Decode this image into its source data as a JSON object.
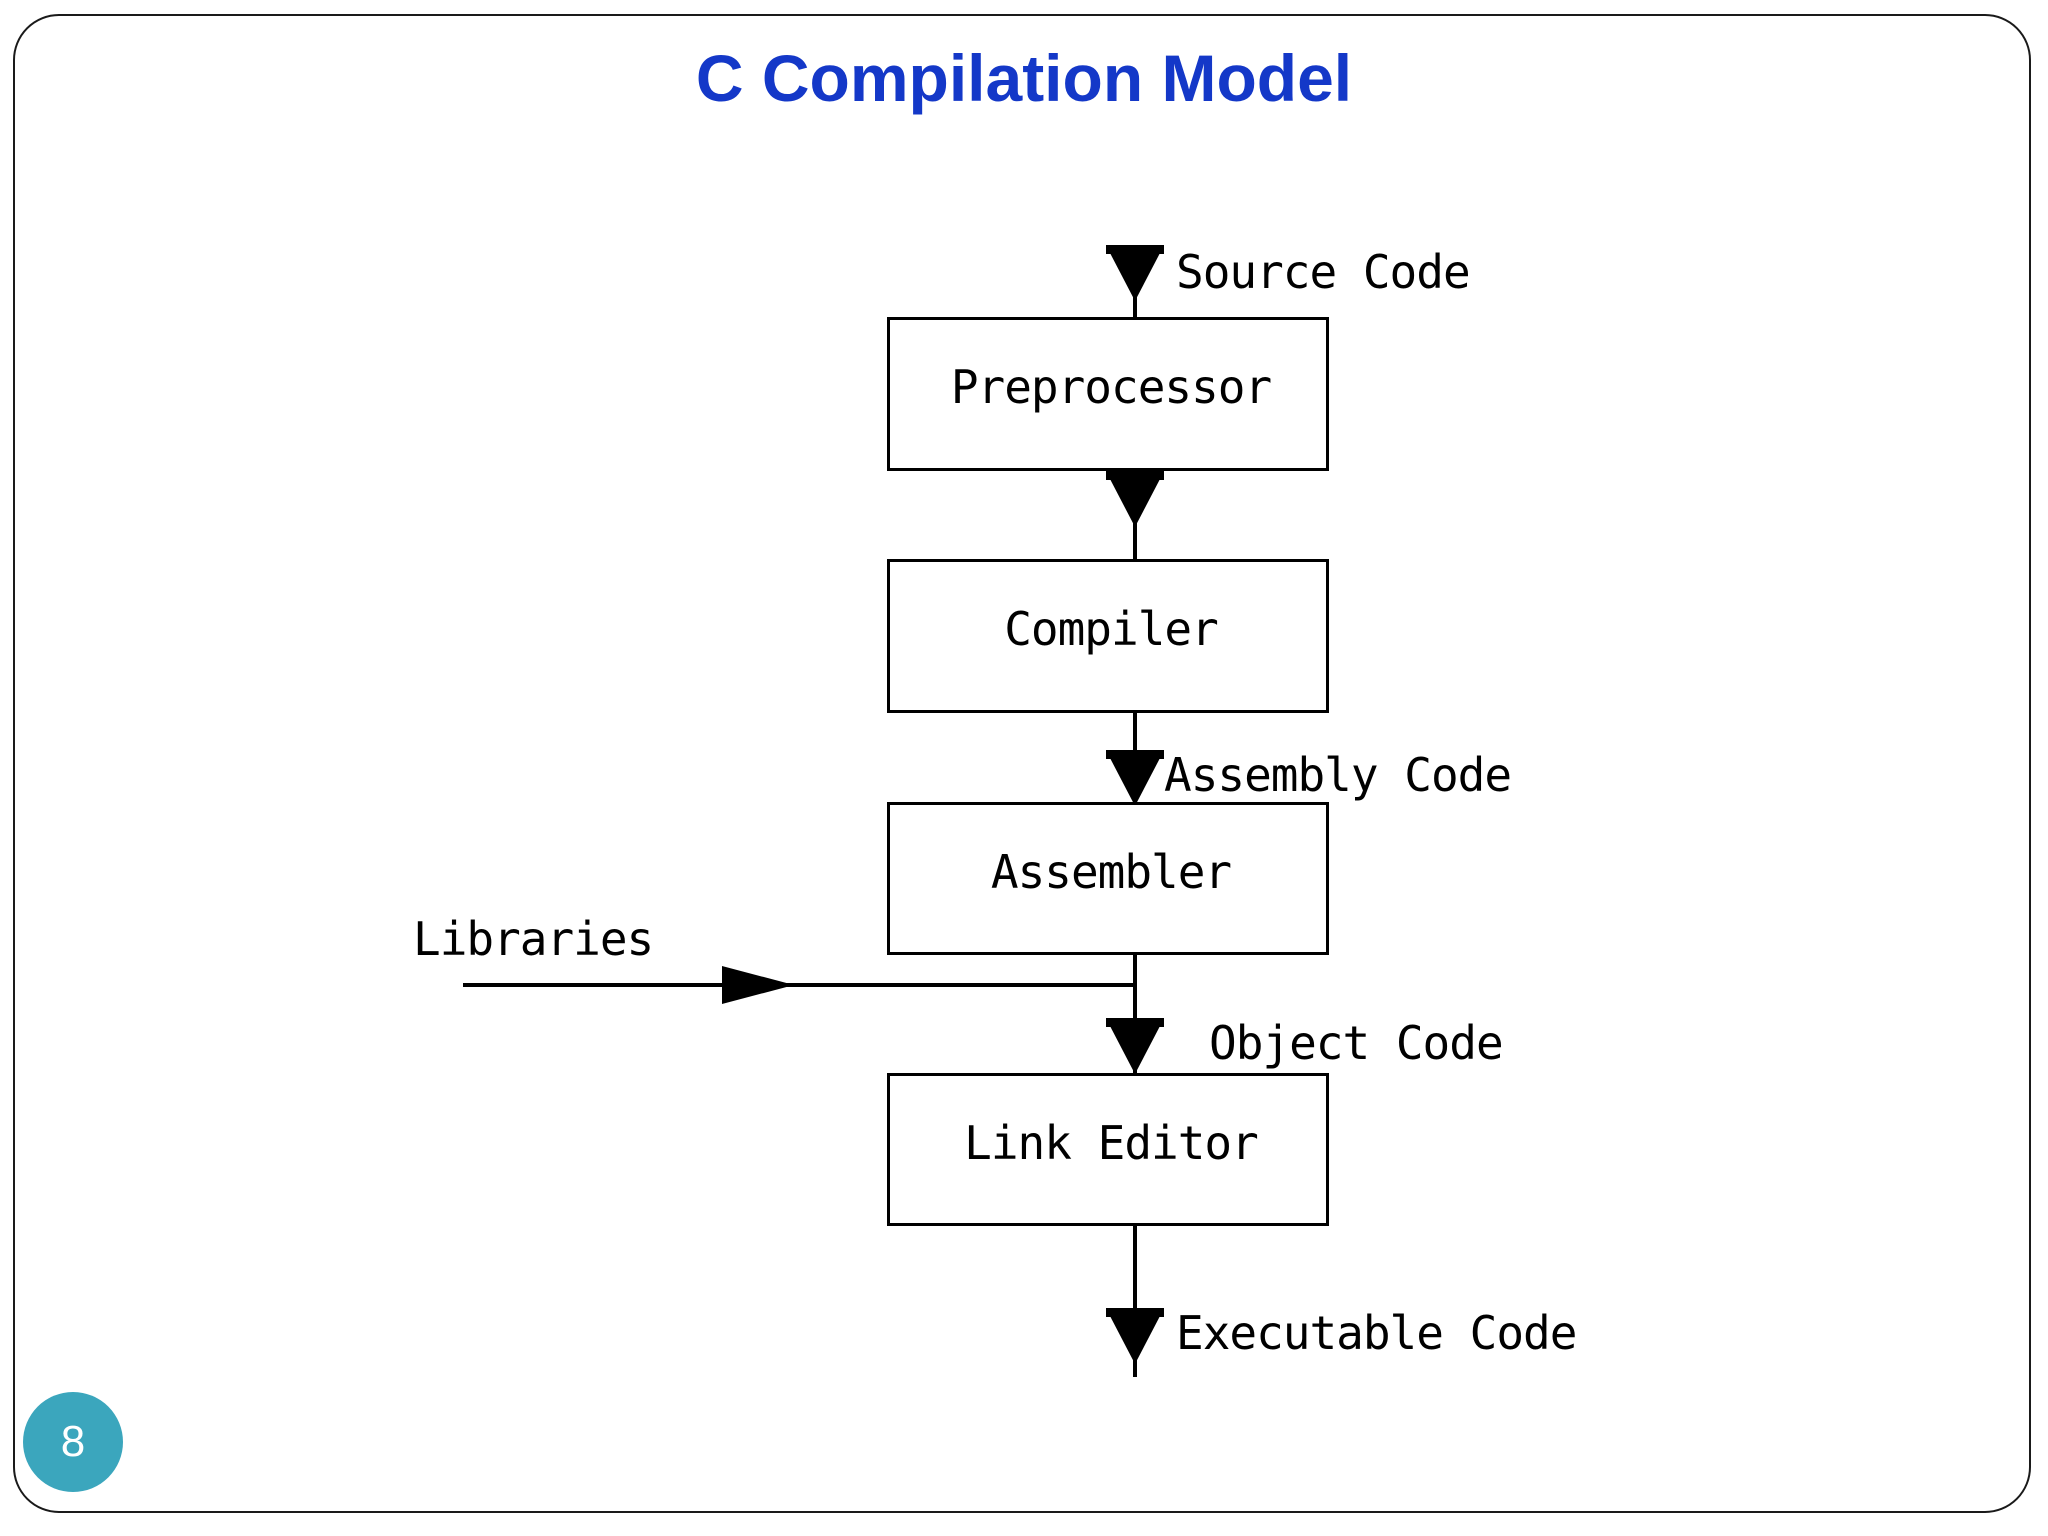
{
  "slide": {
    "title": "C Compilation Model",
    "title_color": "#1438c8",
    "page_number": "8",
    "badge_color": "#3ba6bd",
    "frame_color": "#1a1a1a"
  },
  "diagram": {
    "type": "flowchart",
    "orientation": "top-to-bottom",
    "stages": [
      {
        "id": "preprocessor",
        "label": "Preprocessor"
      },
      {
        "id": "compiler",
        "label": "Compiler"
      },
      {
        "id": "assembler",
        "label": "Assembler"
      },
      {
        "id": "link-editor",
        "label": "Link Editor"
      }
    ],
    "flows": [
      {
        "id": "source-code",
        "label": "Source Code",
        "from": "input",
        "to": "preprocessor"
      },
      {
        "id": "preprocessed",
        "label": "",
        "from": "preprocessor",
        "to": "compiler"
      },
      {
        "id": "assembly-code",
        "label": "Assembly Code",
        "from": "compiler",
        "to": "assembler"
      },
      {
        "id": "object-code",
        "label": "Object Code",
        "from": "assembler",
        "to": "link-editor"
      },
      {
        "id": "executable-code",
        "label": "Executable Code",
        "from": "link-editor",
        "to": "output"
      }
    ],
    "side_inputs": [
      {
        "id": "libraries",
        "label": "Libraries",
        "to": "link-editor"
      }
    ]
  }
}
